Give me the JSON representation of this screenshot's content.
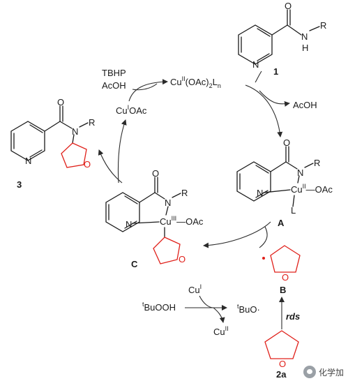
{
  "compounds": {
    "c1_label": "1",
    "c3_label": "3",
    "A_label": "A",
    "B_label": "B",
    "C_label": "C",
    "c2a_label": "2a"
  },
  "atoms": {
    "O": "O",
    "N": "N",
    "R": "R",
    "L": "L"
  },
  "catalyst": {
    "cu_ii": "Cu",
    "cu_ii_ox": "II",
    "oac2": "(OAc)",
    "sub2": "2",
    "ln": "L",
    "sub_n": "n"
  },
  "complex_A": {
    "cu": "Cu",
    "ox": "II",
    "oac": "—OAc"
  },
  "complex_C": {
    "cu": "Cu",
    "ox": "III",
    "oac": "—OAc"
  },
  "reagents": {
    "tbhp": "TBHP",
    "acoh_in": "AcOH",
    "acoh_out": "AcOH",
    "cu_i_oac_cu": "Cu",
    "cu_i_oac_ox": "I",
    "cu_i_oac_tail": "OAc"
  },
  "initiation": {
    "t": "t",
    "tbuooh": "BuOOH",
    "cu_i": "Cu",
    "cu_i_ox": "I",
    "cu_ii": "Cu",
    "cu_ii_ox": "II",
    "tbuo": "BuO",
    "rds": "rds"
  },
  "watermark": "化学加",
  "colors": {
    "ink": "#1a1a1a",
    "thf_red": "#e0201a"
  }
}
